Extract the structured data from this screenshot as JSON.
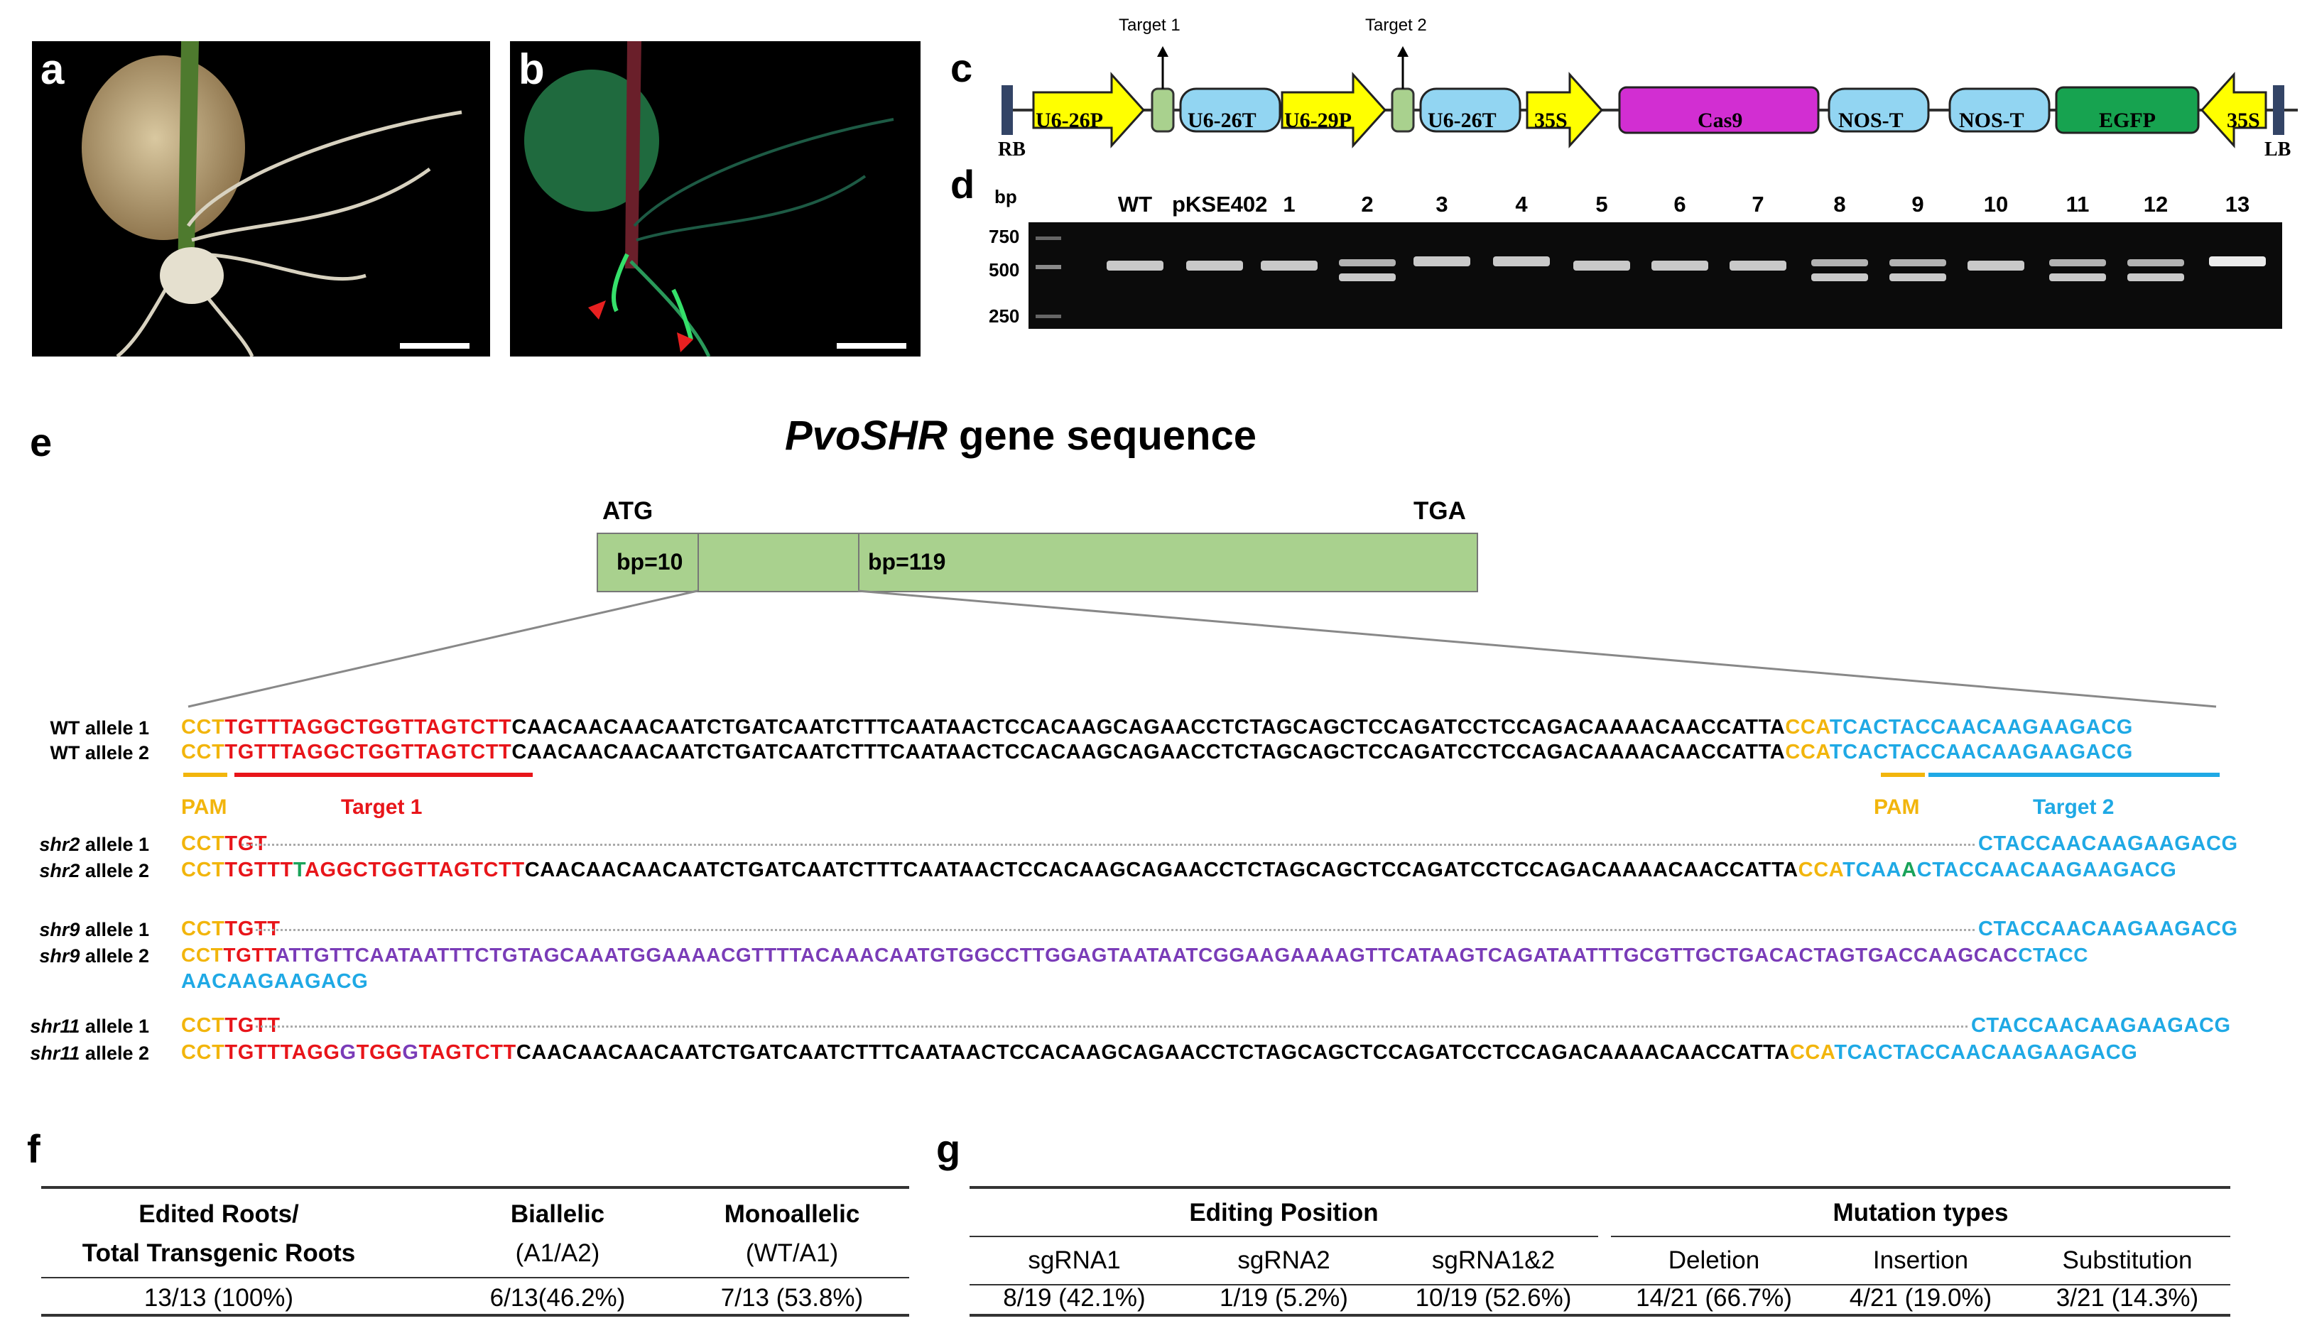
{
  "panels": {
    "a": "a",
    "b": "b",
    "c": "c",
    "d": "d",
    "e": "e",
    "f": "f",
    "g": "g"
  },
  "construct": {
    "target1": "Target 1",
    "target2": "Target 2",
    "rb": "RB",
    "lb": "LB",
    "parts": {
      "u626p": "U6-26P",
      "u626t_1": "U6-26T",
      "u629p": "U6-29P",
      "u626t_2": "U6-26T",
      "p35s_1": "35S",
      "cas9": "Cas9",
      "nost_1": "NOS-T",
      "nost_2": "NOS-T",
      "egfp": "EGFP",
      "p35s_2": "35S"
    },
    "colors": {
      "promoter": "#ffff00",
      "terminator": "#92d5f2",
      "cas9": "#d22ed2",
      "egfp": "#17a350",
      "target": "#a9d18e"
    }
  },
  "gel": {
    "bp_label": "bp",
    "ladder": [
      "750",
      "500",
      "250"
    ],
    "lanes": [
      "WT",
      "pKSE402",
      "1",
      "2",
      "3",
      "4",
      "5",
      "6",
      "7",
      "8",
      "9",
      "10",
      "11",
      "12",
      "13"
    ]
  },
  "gene": {
    "title_italic": "PvoSHR",
    "title_rest": " gene sequence",
    "atg": "ATG",
    "tga": "TGA",
    "exon1": "bp=10",
    "exon2": "bp=119"
  },
  "alignment": {
    "labels": {
      "wt1_pre": "WT allele 1",
      "wt2_pre": "WT allele 2",
      "shr2_1_a": "shr2",
      "shr2_1_b": " allele 1",
      "shr2_2_a": "shr2",
      "shr2_2_b": " allele 2",
      "shr9_1_a": "shr9",
      "shr9_1_b": " allele 1",
      "shr9_2_a": "shr9",
      "shr9_2_b": " allele 2",
      "shr11_1_a": "shr11",
      "shr11_1_b": " allele 1",
      "shr11_2_a": "shr11",
      "shr11_2_b": " allele 2"
    },
    "pam": "PAM",
    "target1": "Target 1",
    "target2": "Target 2",
    "wt": {
      "pam1": "CCT",
      "t1": "TGTTTAGGCTGGTTAGTCTT",
      "mid": "CAACAACAACAATCTGATCAATCTTTCAATAACTCCACAAGCAGAACCTCTAGCAGCTCCAGATCCTCCAGACAAAACAACCATTA",
      "pam2": "CCA",
      "t2": "TCACTACCAACAAGAAGACG"
    },
    "shr2_1": {
      "pam1": "CCT",
      "t1": "TGT",
      "tail": "CTACCAACAAGAAGACG"
    },
    "shr2_2": {
      "pam1": "CCT",
      "t1a": "TGTTT",
      "ins": "T",
      "t1b": "AGGCTGGTTAGTCTT",
      "mid": "CAACAACAACAATCTGATCAATCTTTCAATAACTCCACAAGCAGAACCTCTAGCAGCTCCAGATCCTCCAGACAAAACAACCATTA",
      "pam2": "CCA",
      "t2a": "TCAA",
      "ins2": "A",
      "t2b": "CTACCAACAAGAAGACG"
    },
    "shr9_1": {
      "pam1": "CCT",
      "t1": "TGTT",
      "tail": "CTACCAACAAGAAGACG"
    },
    "shr9_2": {
      "pam1": "CCT",
      "t1": "TGTT",
      "ins": "ATTGTTCAATAATTTCTGTAGCAAATGGAAAACGTTTTACAAACAATGTGGCCTTGGAGTAATAATCGGAAGAAAAGTTCATAAGTCAGATAATTTGCGTTGCTGACACTAGTGACCAAGCAC",
      "t2a": "CTACC",
      "t2b": "AACAAGAAGACG"
    },
    "shr11_1": {
      "pam1": "CCT",
      "t1": "TGTT",
      "tail": "CTACCAACAAGAAGACG"
    },
    "shr11_2": {
      "pam1": "CCT",
      "t1a": "TGTTTAGG",
      "s1": "G",
      "t1b": "TGG",
      "s2": "G",
      "t1c": "TAGTCTT",
      "mid": "CAACAACAACAATCTGATCAATCTTTCAATAACTCCACAAGCAGAACCTCTAGCAGCTCCAGATCCTCCAGACAAAACAACCATTA",
      "pam2": "CCA",
      "t2": "TCACTACCAACAAGAAGACG"
    }
  },
  "table_f": {
    "h1a": "Edited Roots/",
    "h1b": "Total Transgenic Roots",
    "h2a": "Biallelic",
    "h2b": "(A1/A2)",
    "h3a": "Monoallelic",
    "h3b": "(WT/A1)",
    "v1": "13/13 (100%)",
    "v2": "6/13(46.2%)",
    "v3": "7/13 (53.8%)"
  },
  "table_g": {
    "grp1": "Editing Position",
    "grp2": "Mutation types",
    "cols": [
      "sgRNA1",
      "sgRNA2",
      "sgRNA1&2",
      "Deletion",
      "Insertion",
      "Substitution"
    ],
    "vals": [
      "8/19 (42.1%)",
      "1/19 (5.2%)",
      "10/19 (52.6%)",
      "14/21 (66.7%)",
      "4/21 (19.0%)",
      "3/21 (14.3%)"
    ]
  }
}
